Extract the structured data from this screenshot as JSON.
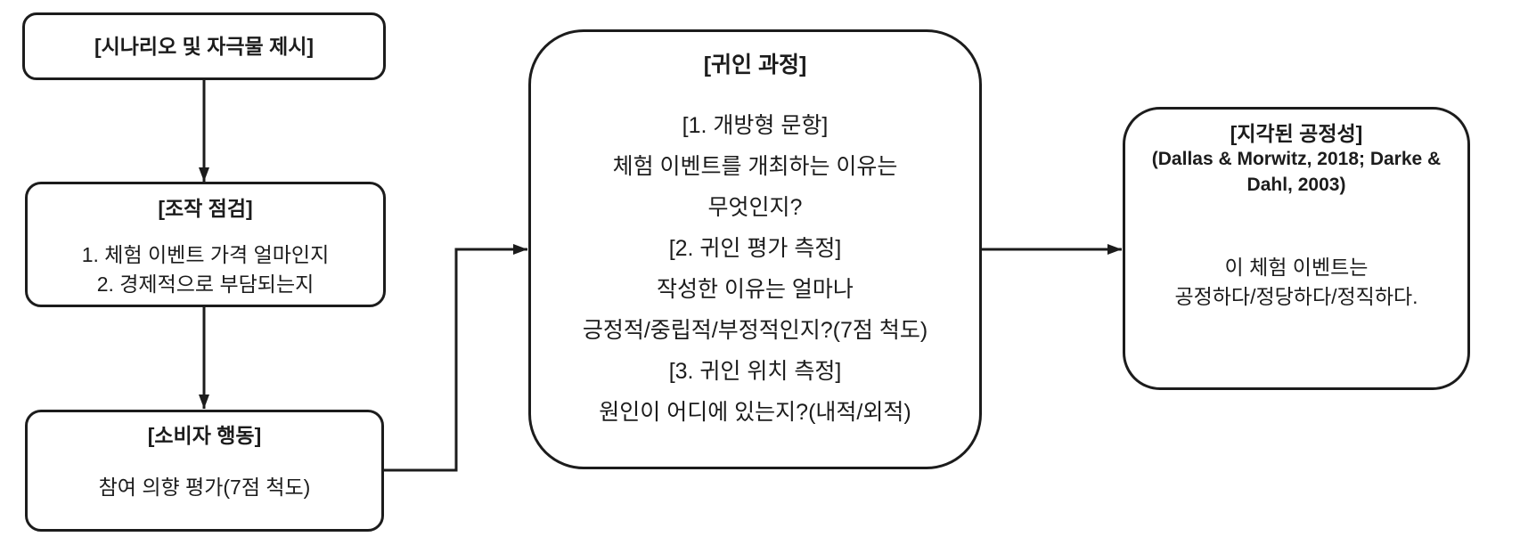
{
  "boxes": {
    "scenario": {
      "title": "[시나리오 및 자극물 제시]"
    },
    "manipulation": {
      "title": "[조작 점검]",
      "lines": [
        "1. 체험 이벤트 가격 얼마인지",
        "2. 경제적으로 부담되는지"
      ]
    },
    "consumer": {
      "title": "[소비자 행동]",
      "body": "참여 의향 평가(7점 척도)"
    },
    "attribution": {
      "title": "[귀인 과정]",
      "lines": [
        "[1. 개방형 문항]",
        "체험 이벤트를 개최하는 이유는",
        "무엇인지?",
        "[2. 귀인 평가 측정]",
        "작성한 이유는 얼마나",
        "긍정적/중립적/부정적인지?(7점 척도)",
        "[3. 귀인 위치 측정]",
        "원인이 어디에 있는지?(내적/외적)"
      ]
    },
    "fairness": {
      "title": "[지각된 공정성]",
      "citation": "(Dallas & Morwitz, 2018; Darke & Dahl, 2003)",
      "lines": [
        "이 체험 이벤트는",
        "공정하다/정당하다/정직하다."
      ]
    }
  },
  "colors": {
    "ink": "#1c1c1c",
    "background": "#ffffff"
  }
}
